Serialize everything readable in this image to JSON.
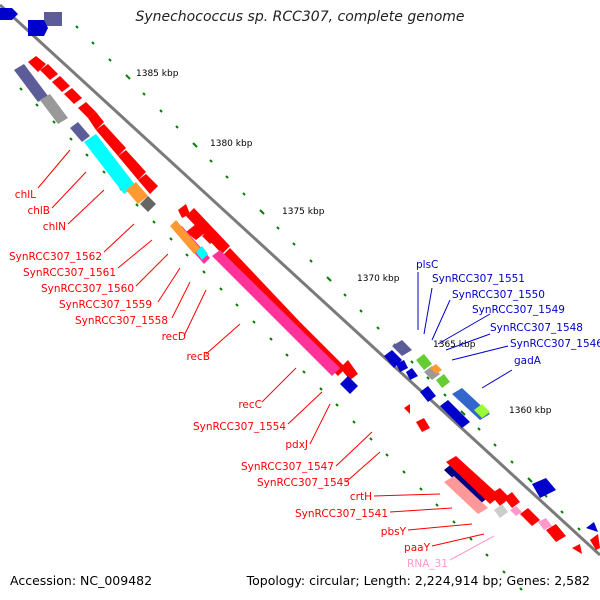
{
  "title": "Synechococcus sp. RCC307, complete genome",
  "footer": {
    "accession": "Accession: NC_009482",
    "topology": "Topology: circular; Length: 2,224,914 bp; Genes: 2,582"
  },
  "colors": {
    "forward_red": "#ff0000",
    "reverse_red": "#ff0000",
    "blue": "#0000cc",
    "pink": "#ff3399",
    "cyan": "#00ffff",
    "navy": "#5c5c99",
    "orange": "#ff9933",
    "green": "#66cc33",
    "gray": "#999999",
    "rna": "#ff99cc",
    "ticks": "#008000"
  },
  "kbp_labels": [
    "1385 kbp",
    "1380 kbp",
    "1375 kbp",
    "1370 kbp",
    "1365 kbp",
    "1360 kbp"
  ],
  "left_labels": [
    "chlL",
    "chlB",
    "chlN",
    "SynRCC307_1562",
    "SynRCC307_1561",
    "SynRCC307_1560",
    "SynRCC307_1559",
    "SynRCC307_1558",
    "recD",
    "recB",
    "recC",
    "SynRCC307_1554",
    "pdxJ",
    "SynRCC307_1547",
    "SynRCC307_1545",
    "crtH",
    "SynRCC307_1541",
    "pbsY",
    "paaY",
    "RNA_31"
  ],
  "right_labels": [
    "plsC",
    "SynRCC307_1551",
    "SynRCC307_1550",
    "SynRCC307_1549",
    "SynRCC307_1548",
    "SynRCC307_1546",
    "gadA"
  ]
}
